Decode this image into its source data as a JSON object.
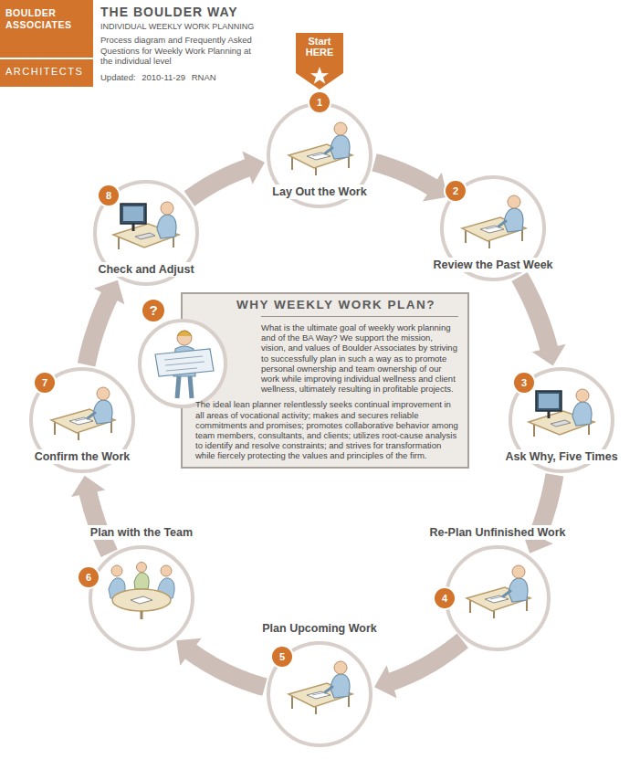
{
  "diagram": {
    "title": "THE BOULDER WAY",
    "nodes": [
      {
        "text": [
          "BOULDER ASSOCIATES",
          "ARCHITECTS"
        ]
      },
      {
        "text": [
          "Start HERE"
        ]
      },
      {
        "text": [
          "1",
          "Lay Out the Work"
        ]
      },
      {
        "text": [
          "2",
          "Review the Past Week"
        ]
      },
      {
        "text": [
          "3",
          "Ask Why, Five Times"
        ]
      },
      {
        "text": [
          "4",
          "Re-Plan Unfinished Work"
        ]
      },
      {
        "text": [
          "5",
          "Plan Upcoming Work"
        ]
      },
      {
        "text": [
          "6",
          "Plan with the Team"
        ]
      },
      {
        "text": [
          "7",
          "Confirm the Work"
        ]
      },
      {
        "text": [
          "8",
          "Check and Adjust"
        ]
      },
      {
        "text": [
          "WHY WEEKLY WORK PLAN?",
          "What is the ultimate goal of weekly work planning and of the BA Way? We support the mission, vision, and values of Boulder Associates by striving to successfully plan in such a way as to promote personal ownership and team ownership of our work while improving individual wellness and client wellness, ultimately resulting in profitable projects.",
          "The ideal lean planner relentlessly seeks continual improvement in all areas of vocational activity; makes and secures reliable commitments and promises; promotes collaborative behavior among team members, consultants, and clients; utilizes root-cause analysis to identify and resolve constraints; and strives for transformation while fiercely protecting the values and principles of the firm."
        ]
      }
    ],
    "edges": [
      {
        "from": 2,
        "to": 3,
        "arrow": "to"
      },
      {
        "from": 3,
        "to": 4,
        "arrow": "to"
      },
      {
        "from": 4,
        "to": 5,
        "arrow": "to"
      },
      {
        "from": 5,
        "to": 6,
        "arrow": "to"
      },
      {
        "from": 6,
        "to": 7,
        "arrow": "to"
      },
      {
        "from": 7,
        "to": 8,
        "arrow": "to"
      },
      {
        "from": 8,
        "to": 9,
        "arrow": "to"
      },
      {
        "from": 9,
        "to": 2,
        "arrow": "to"
      }
    ],
    "labels": [
      "INDIVIDUAL WEEKLY WORK PLANNING",
      "Process diagram and Frequently Asked Questions for Weekly Work Planning at the individual level",
      "Updated: 2010-11-29 RNAN",
      "?"
    ]
  }
}
